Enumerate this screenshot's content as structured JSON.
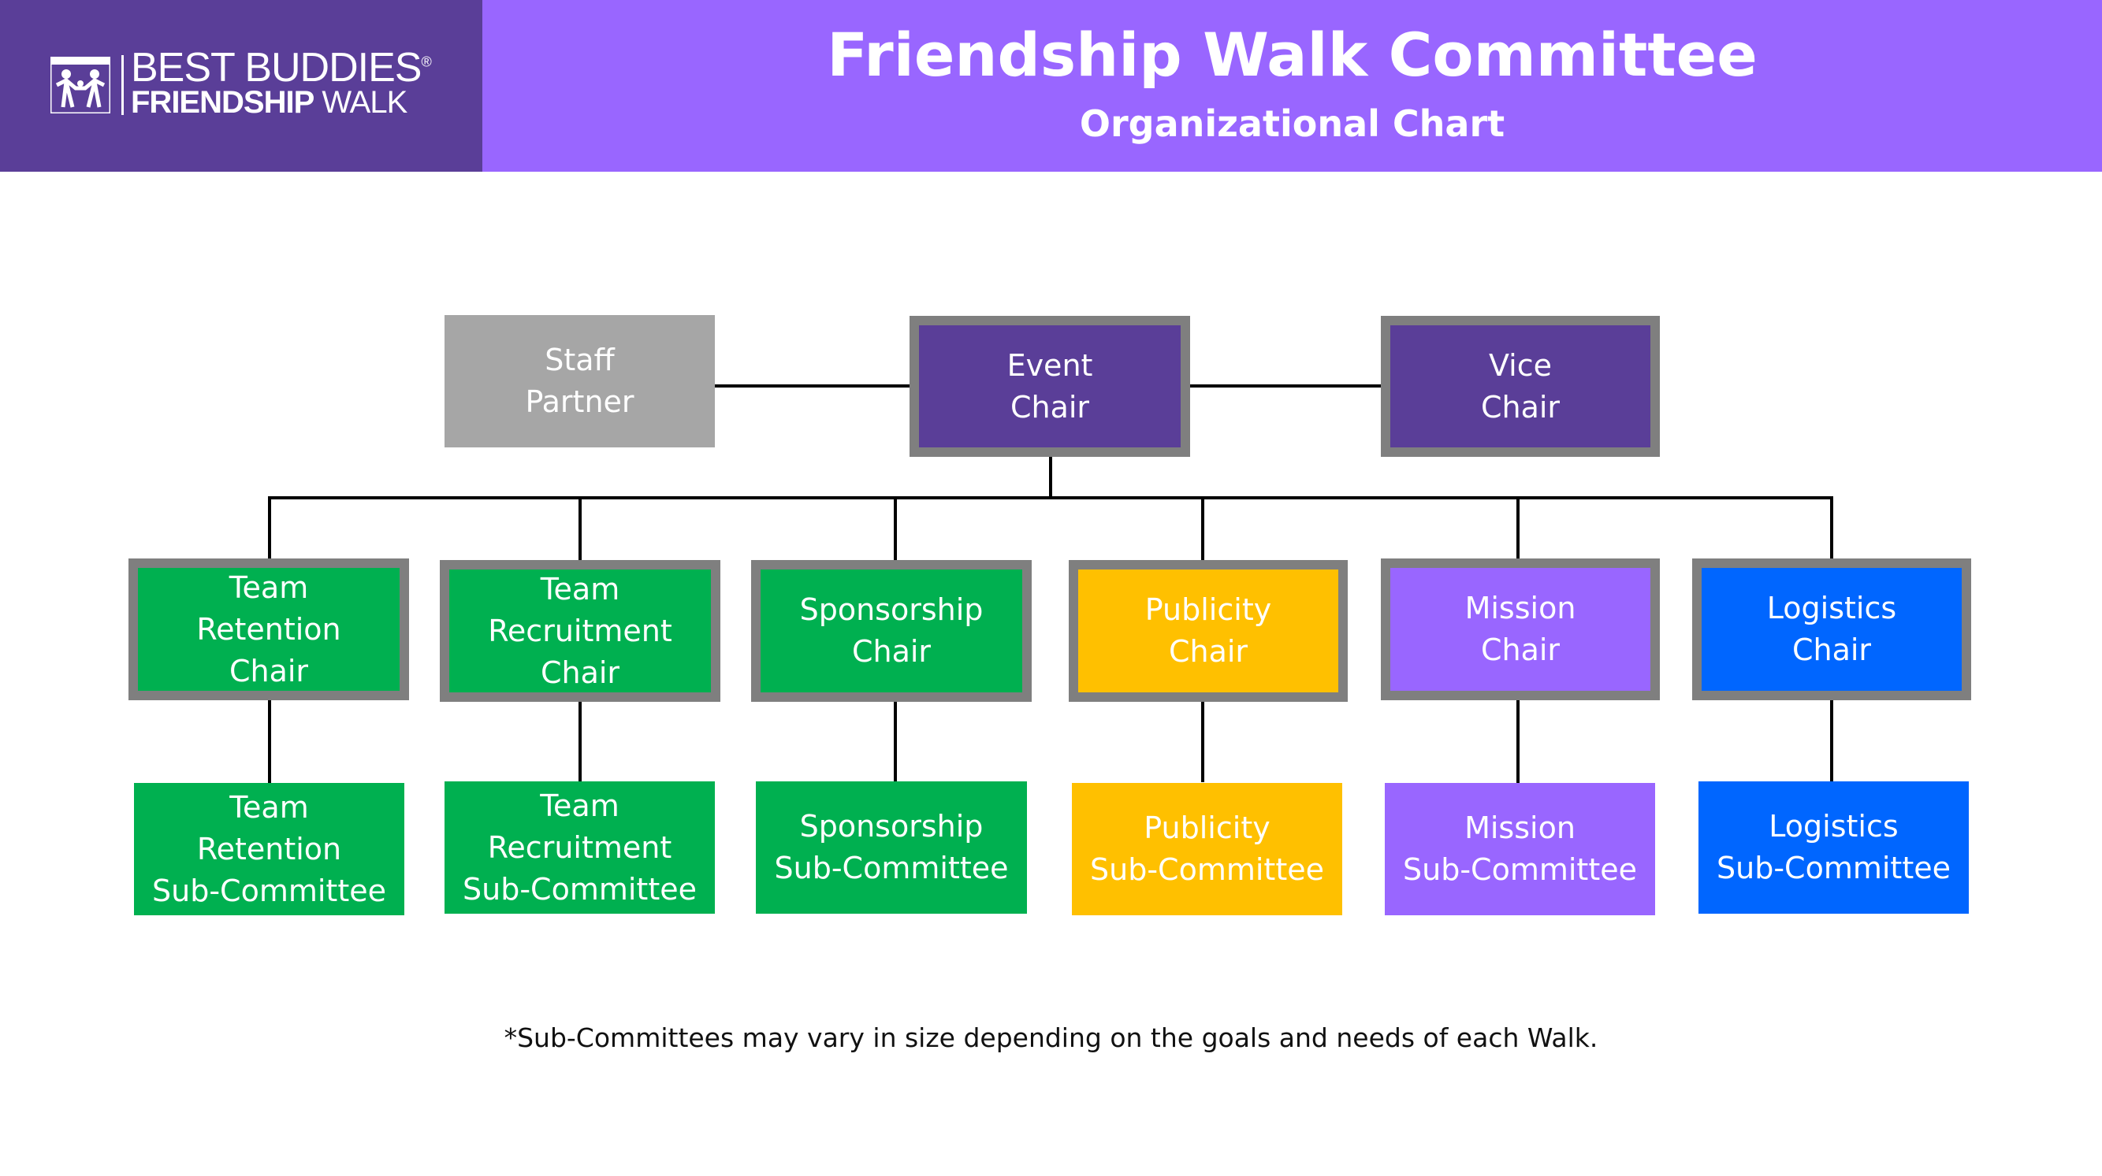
{
  "header": {
    "logo": {
      "line1": "BEST BUDDIES",
      "line1_mark": "®",
      "line2_bold": "FRIENDSHIP",
      "line2_rest": "WALK"
    },
    "title": "Friendship Walk Committee",
    "subtitle": "Organizational Chart"
  },
  "colors": {
    "header_dark": "#5a3e98",
    "header_light": "#9966ff",
    "purple_dark": "#5a3e98",
    "gray": "#a6a6a6",
    "green": "#00b050",
    "yellow": "#ffc000",
    "purple_light": "#9966ff",
    "blue": "#0066ff",
    "frame": "#7f7f7f"
  },
  "nodes": {
    "staff_partner": {
      "lines": [
        "Staff",
        "Partner"
      ]
    },
    "event_chair": {
      "lines": [
        "Event",
        "Chair"
      ]
    },
    "vice_chair": {
      "lines": [
        "Vice",
        "Chair"
      ]
    },
    "team_retention_chair": {
      "lines": [
        "Team",
        "Retention",
        "Chair"
      ]
    },
    "team_recruitment_chair": {
      "lines": [
        "Team",
        "Recruitment",
        "Chair"
      ]
    },
    "sponsorship_chair": {
      "lines": [
        "Sponsorship",
        "Chair"
      ]
    },
    "publicity_chair": {
      "lines": [
        "Publicity",
        "Chair"
      ]
    },
    "mission_chair": {
      "lines": [
        "Mission",
        "Chair"
      ]
    },
    "logistics_chair": {
      "lines": [
        "Logistics",
        "Chair"
      ]
    },
    "team_retention_sub": {
      "lines": [
        "Team",
        "Retention",
        "Sub-Committee"
      ]
    },
    "team_recruitment_sub": {
      "lines": [
        "Team",
        "Recruitment",
        "Sub-Committee"
      ]
    },
    "sponsorship_sub": {
      "lines": [
        "Sponsorship",
        "Sub-Committee"
      ]
    },
    "publicity_sub": {
      "lines": [
        "Publicity",
        "Sub-Committee"
      ]
    },
    "mission_sub": {
      "lines": [
        "Mission",
        "Sub-Committee"
      ]
    },
    "logistics_sub": {
      "lines": [
        "Logistics",
        "Sub-Committee"
      ]
    }
  },
  "footnote": "*Sub-Committees may vary in size depending on the goals and needs of each Walk."
}
